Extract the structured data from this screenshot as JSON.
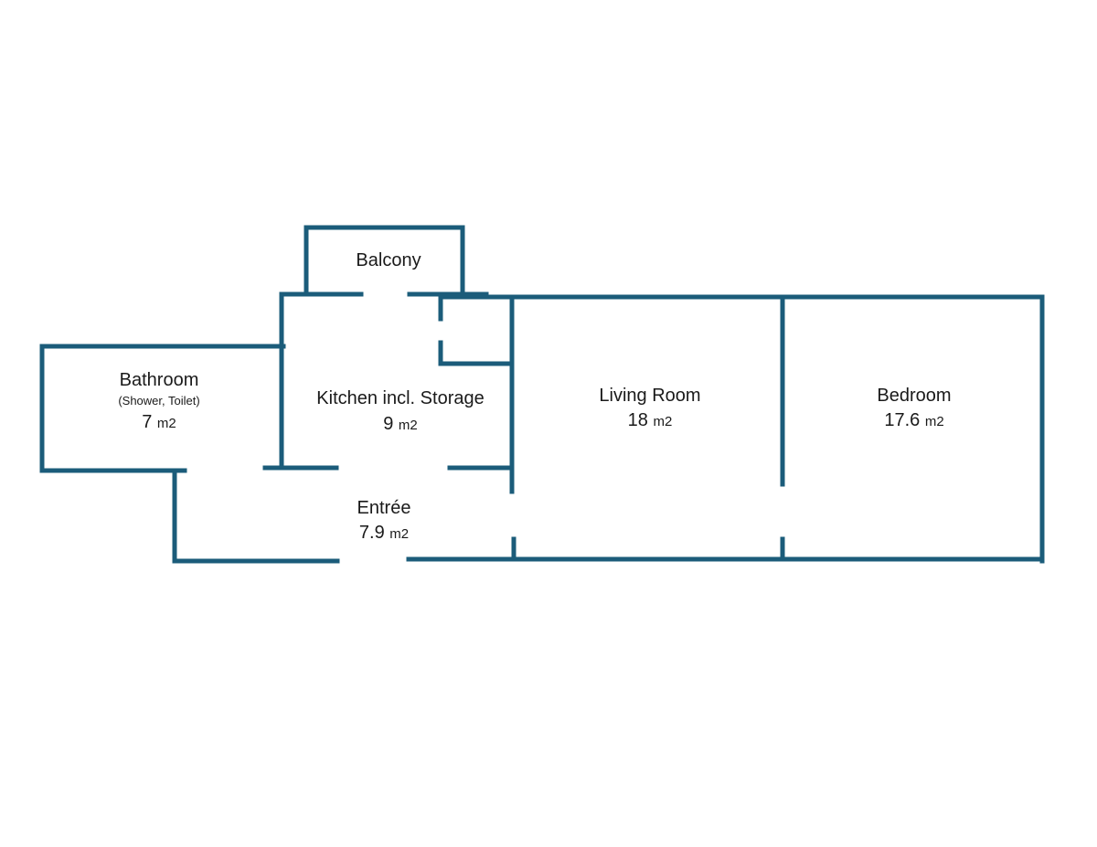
{
  "colors": {
    "wall": "#1b5c7a",
    "text": "#1a1a1a",
    "background": "#ffffff"
  },
  "rooms": {
    "balcony": {
      "name": "Balcony"
    },
    "bathroom": {
      "name": "Bathroom",
      "note": "(Shower, Toilet)",
      "area": "7",
      "unit": "m2"
    },
    "kitchen": {
      "name": "Kitchen incl. Storage",
      "area": "9",
      "unit": "m2"
    },
    "living": {
      "name": "Living Room",
      "area": "18",
      "unit": "m2"
    },
    "bedroom": {
      "name": "Bedroom",
      "area": "17.6",
      "unit": "m2"
    },
    "entree": {
      "name": "Entrée",
      "area": "7.9",
      "unit": "m2"
    }
  }
}
